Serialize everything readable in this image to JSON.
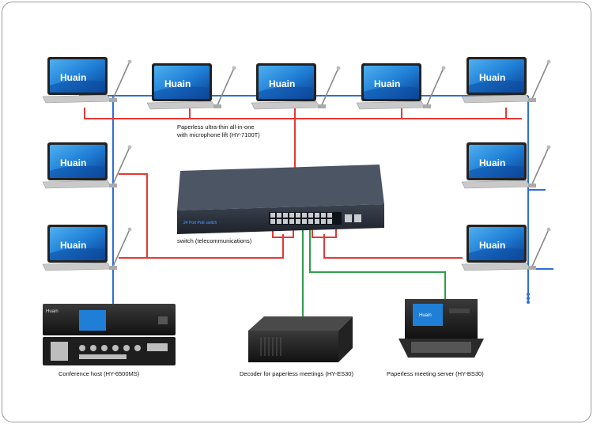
{
  "brand": "Huain",
  "terminal_label": {
    "line1": "Paperless ultra-thin all-in-one",
    "line2": "with microphone lift (HY-7100T)"
  },
  "switch_label": "switch (telecommunications)",
  "switch_panel_text": "24 Port PoE switch",
  "devices": {
    "host": "Conference host (HY-6500MS)",
    "decoder": "Decoder for paperless meetings (HY-ES30)",
    "server": "Paperless meeting server (HY-BS30)",
    "host_brand": "Huain",
    "server_screen_text": "Huain"
  },
  "colors": {
    "red": "#e53935",
    "blue": "#2f6fd6",
    "green": "#2e9e4b",
    "screen": "#1f7fd6"
  }
}
